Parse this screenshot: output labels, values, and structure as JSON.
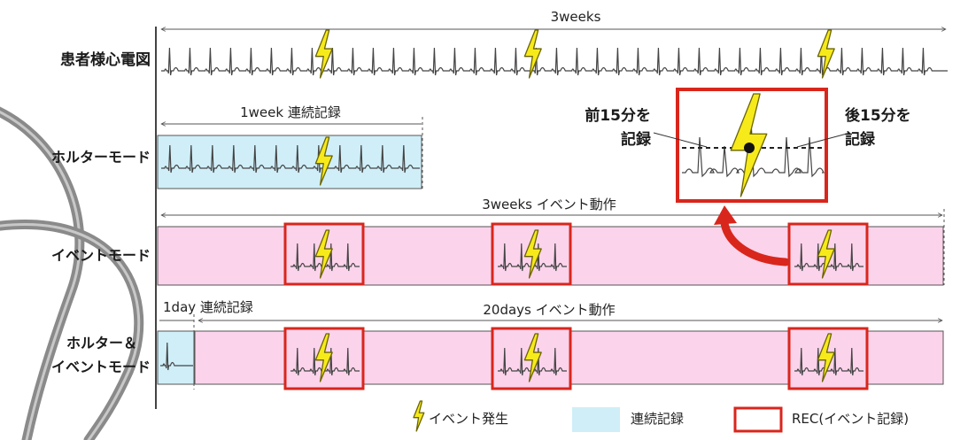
{
  "rows": {
    "patient": "患者様心電図",
    "holter": "ホルターモード",
    "event": "イベントモード",
    "combo_line1": "ホルター＆",
    "combo_line2": "イベントモード"
  },
  "spans": {
    "patient_duration": "3weeks",
    "holter_duration": "1week 連続記録",
    "event_duration": "3weeks イベント動作",
    "combo_first": "1day 連続記録",
    "combo_second": "20days イベント動作"
  },
  "zoom": {
    "before_line1": "前15分を",
    "before_line2": "記録",
    "after_line1": "後15分を",
    "after_line2": "記録"
  },
  "legend": {
    "event": "イベント発生",
    "continuous": "連続記録",
    "rec": "REC(イベント記録)"
  },
  "colors": {
    "continuous_fill": "#cfeef8",
    "event_fill": "#fbd3eb",
    "rec_border": "#d9261c",
    "bolt_fill": "#f7ea1b",
    "bolt_stroke": "#6a6400",
    "ecg_line": "#444444",
    "cable": "#8a8a8a"
  },
  "icons": {
    "event_marker": "lightning-bolt-icon",
    "zoom_arrow": "curved-arrow-icon"
  }
}
